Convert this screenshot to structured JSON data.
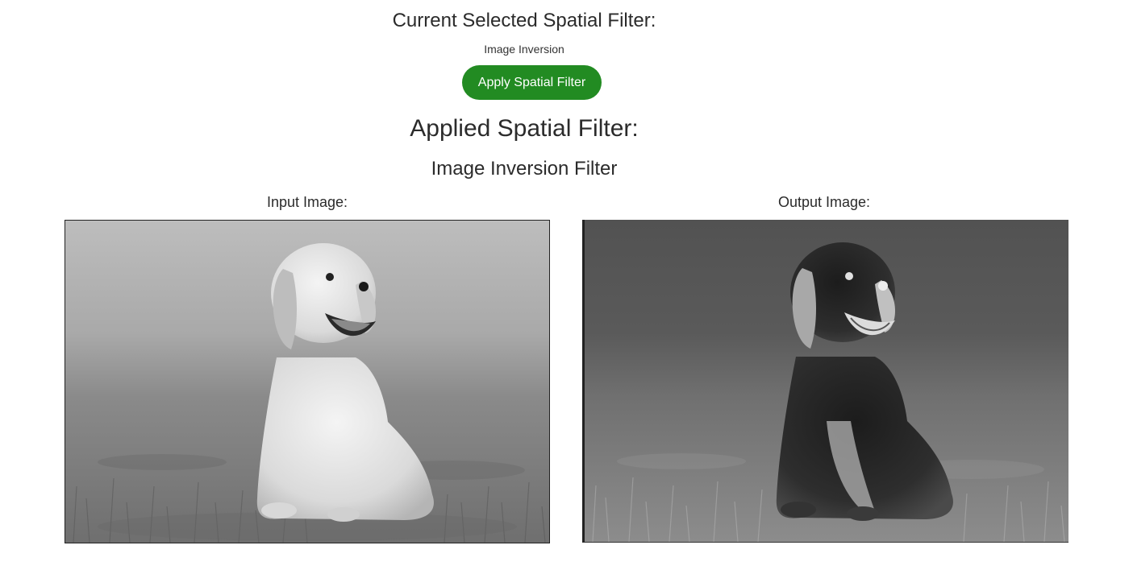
{
  "selected": {
    "heading": "Current Selected Spatial Filter:",
    "value": "Image Inversion"
  },
  "apply_button": {
    "label": "Apply Spatial Filter",
    "color": "#228b22"
  },
  "applied": {
    "heading": "Applied Spatial Filter:",
    "filter_name": "Image Inversion Filter"
  },
  "images": {
    "input_label": "Input Image:",
    "output_label": "Output Image:"
  }
}
